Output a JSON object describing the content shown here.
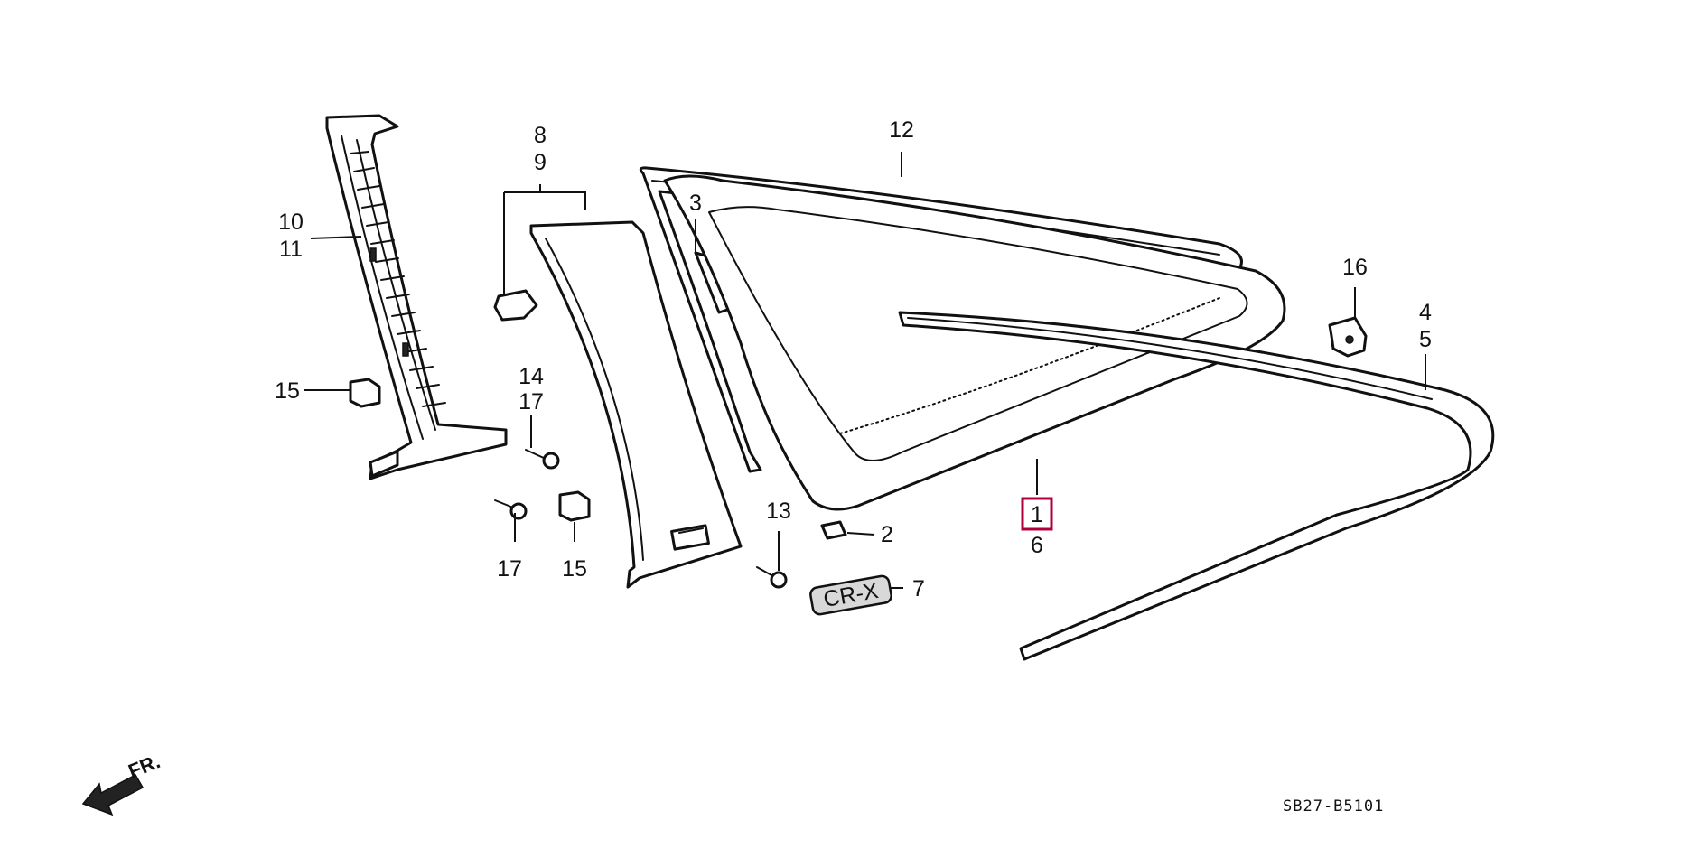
{
  "callouts": {
    "c1": "1",
    "c2": "2",
    "c3": "3",
    "c4": "4",
    "c5": "5",
    "c6": "6",
    "c7": "7",
    "c8": "8",
    "c9": "9",
    "c10": "10",
    "c11": "11",
    "c12": "12",
    "c13": "13",
    "c14": "14",
    "c15a": "15",
    "c15b": "15",
    "c16": "16",
    "c17a": "17",
    "c17b": "17"
  },
  "highlighted_callout": "1",
  "highlight_color": "#b0003a",
  "emblem_text": "CR-X",
  "direction_label": "FR.",
  "diagram_code": "SB27-B5101"
}
